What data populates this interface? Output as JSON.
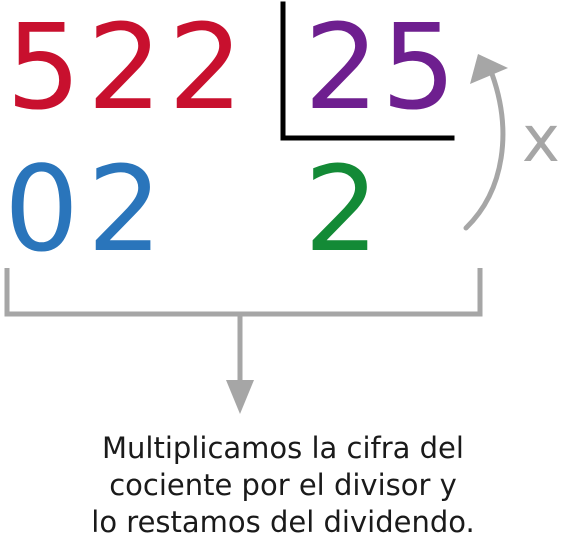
{
  "division": {
    "dividend": "522",
    "divisor": "25",
    "remainder": "02",
    "quotient": "2",
    "operator": "x"
  },
  "caption": {
    "line1": "Multiplicamos la cifra del",
    "line2": "cociente por el divisor y",
    "line3": "lo restamos del dividendo."
  },
  "colors": {
    "dividend": "#c8102e",
    "divisor": "#6e1f8f",
    "remainder": "#2a75bb",
    "quotient": "#138a36",
    "lines": "#a6a6a6",
    "bracket": "#000000"
  }
}
